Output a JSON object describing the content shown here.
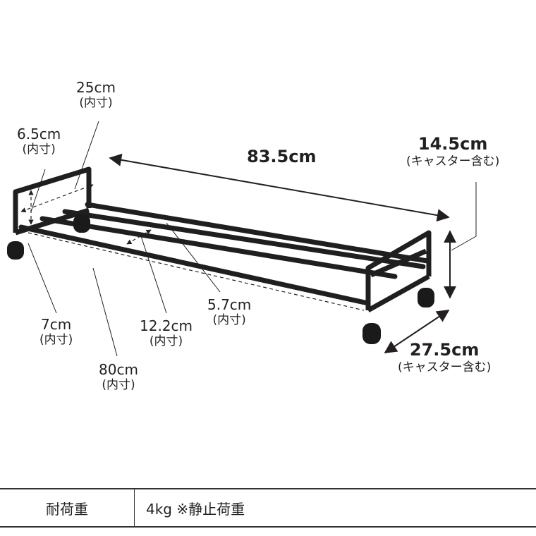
{
  "dimensions": {
    "width_outer": {
      "value": "83.5cm"
    },
    "height_outer": {
      "value": "14.5cm",
      "note": "(キャスター含む)"
    },
    "depth_outer": {
      "value": "27.5cm",
      "note": "(キャスター含む)"
    },
    "inner_depth": {
      "value": "25cm",
      "note": "(内寸)"
    },
    "inner_side_height": {
      "value": "6.5cm",
      "note": "(内寸)"
    },
    "inner_front_height": {
      "value": "7cm",
      "note": "(内寸)"
    },
    "inner_length": {
      "value": "80cm",
      "note": "(内寸)"
    },
    "bar_spacing_a": {
      "value": "12.2cm",
      "note": "(内寸)"
    },
    "bar_spacing_b": {
      "value": "5.7cm",
      "note": "(内寸)"
    }
  },
  "spec_table": {
    "rows": [
      {
        "key": "耐荷重",
        "value": "4kg ※静止荷重"
      }
    ]
  },
  "colors": {
    "frame": "#1f1f1f",
    "text": "#231f20",
    "background": "#ffffff"
  }
}
